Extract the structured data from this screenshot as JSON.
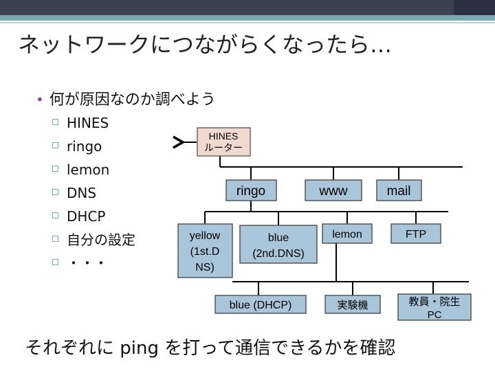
{
  "slide": {
    "title": "ネットワークにつながらくなったら…",
    "bullet": "何が原因なのか調べよう",
    "sub_items": [
      "HINES",
      "ringo",
      "lemon",
      "DNS",
      "DHCP",
      "自分の設定",
      "・・・"
    ],
    "footer": "それぞれに ping を打って通信できるかを確認"
  },
  "diagram": {
    "router_line1": "HINES",
    "router_line2": "ルーター",
    "ringo": "ringo",
    "www": "www",
    "mail": "mail",
    "yellow_1": "yellow",
    "yellow_2": "(1st.D",
    "yellow_3": "NS)",
    "blue_1": "blue",
    "blue_2": "(2nd.DNS)",
    "lemon": "lemon",
    "ftp": "FTP",
    "blue_dhcp": "blue (DHCP)",
    "jikkenki": "実験機",
    "staff_1": "教員・院生",
    "staff_2": "PC"
  },
  "colors": {
    "box_fill": "#a9c5da",
    "router_fill": "#f1d9d0",
    "bullet_dot": "#8e4aa0",
    "header_bar": "#3a4250",
    "header_accent": "#7aa9b1"
  }
}
